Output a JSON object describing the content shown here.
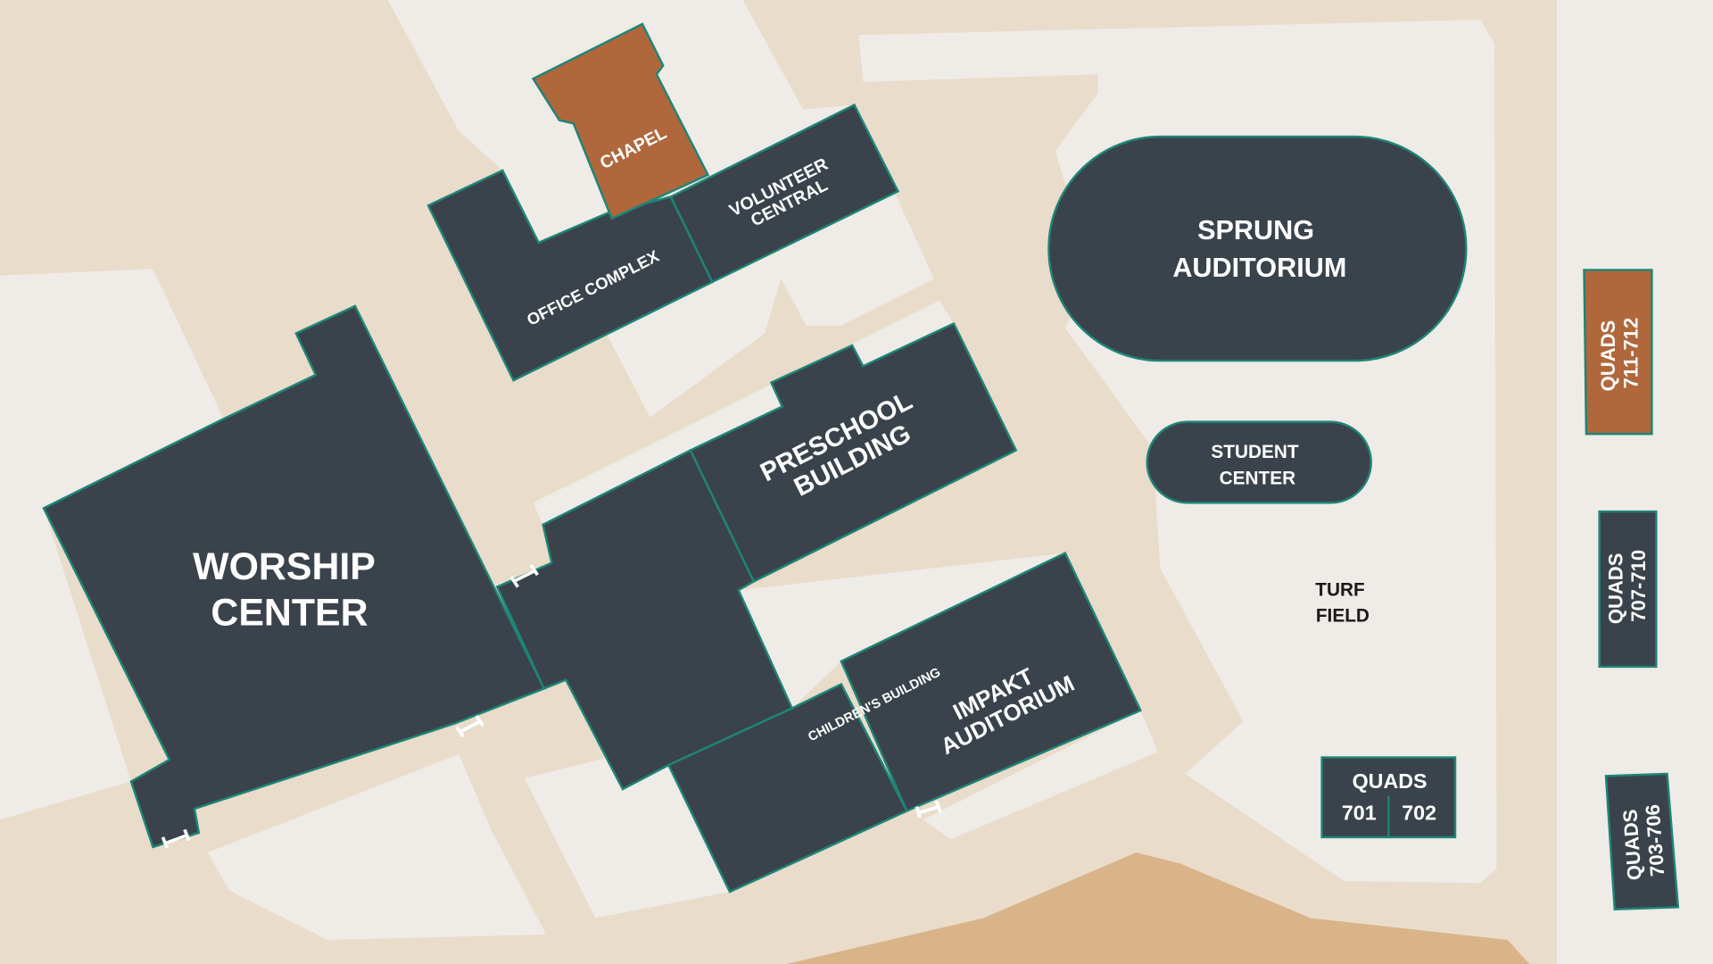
{
  "map": {
    "colors": {
      "ground": "#e9dccb",
      "paved": "#efebe6",
      "building": "#3a434b",
      "outline": "#1e8576",
      "highlight": "#b0673c",
      "sand": "#d9b489"
    },
    "buildings": {
      "chapel": "CHAPEL",
      "volunteer_central": [
        "VOLUNTEER",
        "CENTRAL"
      ],
      "office_complex": "OFFICE COMPLEX",
      "sprung_auditorium": [
        "SPRUNG",
        "AUDITORIUM"
      ],
      "preschool_building": [
        "PRESCHOOL",
        "BUILDING"
      ],
      "worship_center": [
        "WORSHIP",
        "CENTER"
      ],
      "student_center": [
        "STUDENT",
        "CENTER"
      ],
      "turf_field": [
        "TURF",
        "FIELD"
      ],
      "childrens_building": "CHILDREN'S BUILDING",
      "impakt_auditorium": [
        "IMPAKT",
        "AUDITORIUM"
      ],
      "quads_711_712": [
        "QUADS",
        "711-712"
      ],
      "quads_707_710": [
        "QUADS",
        "707-710"
      ],
      "quads_703_706": [
        "QUADS",
        "703-706"
      ],
      "quads_701_702": {
        "title": "QUADS",
        "left": "701",
        "right": "702"
      }
    }
  }
}
